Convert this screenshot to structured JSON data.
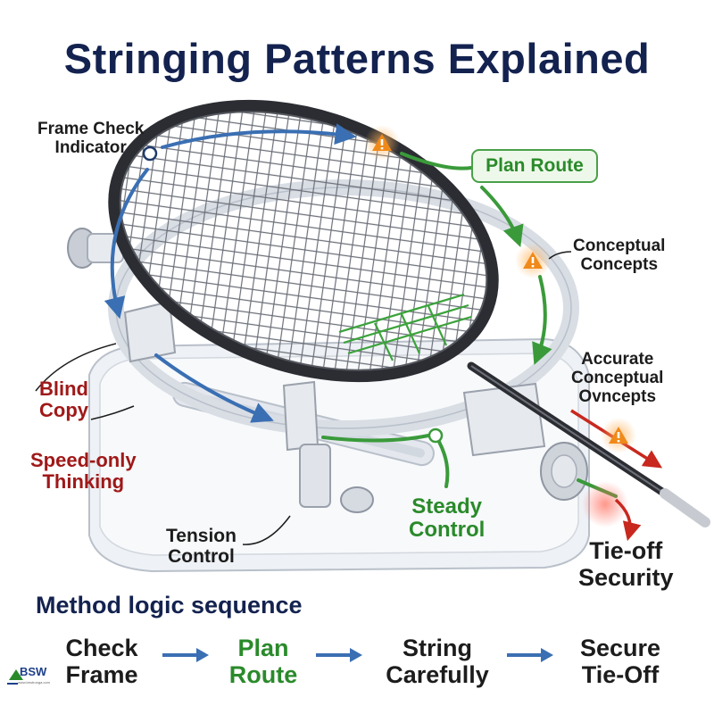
{
  "title": "Stringing Patterns Explained",
  "callouts": {
    "frame_check": [
      "Frame Check",
      "Indicator"
    ],
    "plan_route": "Plan Route",
    "conceptual": [
      "Conceptual",
      "Concepts"
    ],
    "accurate": [
      "Accurate",
      "Conceptual",
      "Ovncepts"
    ],
    "blind_copy": [
      "Blind",
      "Copy"
    ],
    "speed_only": [
      "Speed-only",
      "Thinking"
    ],
    "steady": [
      "Steady",
      "Control"
    ],
    "tension": [
      "Tension",
      "Control"
    ],
    "tieoff": [
      "Tie-off",
      "Security"
    ]
  },
  "sequence": {
    "heading": "Method logic sequence",
    "steps": [
      {
        "line1": "Check",
        "line2": "Frame"
      },
      {
        "line1": "Plan",
        "line2": "Route"
      },
      {
        "line1": "String",
        "line2": "Carefully"
      },
      {
        "line1": "Secure",
        "line2": "Tie-Off"
      }
    ]
  },
  "logo": {
    "text": "BSW",
    "sub": "www.bestrunga.com"
  },
  "colors": {
    "title": "#13224f",
    "flow_blue": "#3a6fb3",
    "success_green": "#2a8a2a",
    "warning_orange": "#ef8a1a",
    "error_red": "#a01818"
  }
}
